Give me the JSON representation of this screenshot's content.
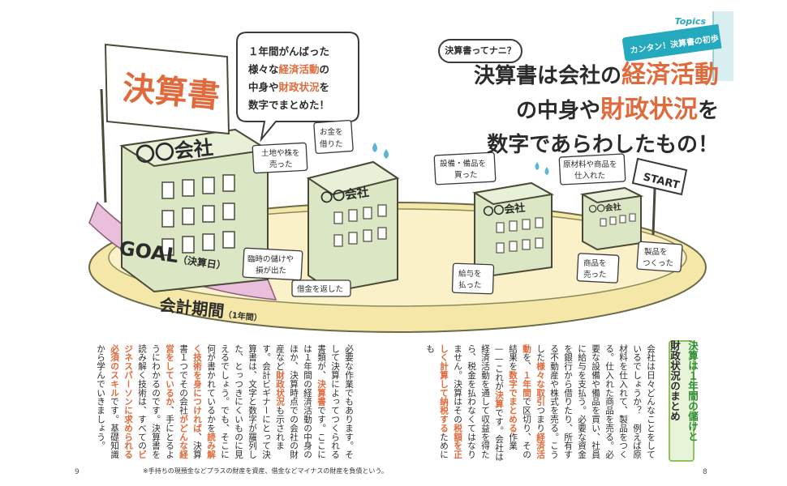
{
  "topics": {
    "word": "Topics",
    "label": "カンタン！決算書の初歩"
  },
  "headline": {
    "bubble": "決算書ってナニ？",
    "line1_pre": "決算書は会社の",
    "line1_hl": "経済活動",
    "line2_pre": "の中身や",
    "line2_hl": "財政状況",
    "line2_post": "を",
    "line3": "数字であらわしたもの！"
  },
  "illustration": {
    "sign_title": "決算書",
    "speech_line1": "１年間がんばった",
    "speech_line2_pre": "様々な",
    "speech_line2_hl": "経済活動",
    "speech_line2_post": "の",
    "speech_line3_pre": "中身や",
    "speech_line3_hl": "財政状況",
    "speech_line3_post": "を",
    "speech_line4": "数字でまとめた！",
    "company_big": "〇〇会社",
    "company_mid": "〇〇会社",
    "company_small": "〇〇会社",
    "company_tiny": "〇〇会社",
    "goal": "GOAL",
    "goal_sub": "（決算日）",
    "period": "会計期間",
    "period_sub": "（1年間）",
    "start": "START",
    "tags": {
      "land": [
        "土地や株を",
        "売った"
      ],
      "borrow": [
        "お金を",
        "借りた"
      ],
      "equip": [
        "設備・備品を",
        "買った"
      ],
      "materials": [
        "原材料や商品を",
        "仕入れた"
      ],
      "gain": [
        "臨時の儲けや",
        "損が出た"
      ],
      "repay": "借金を返した",
      "salary": [
        "給与を",
        "払った"
      ],
      "sold": [
        "商品を",
        "売った"
      ],
      "make": [
        "製品を",
        "つくった"
      ]
    }
  },
  "side_heading": {
    "line1_hl": "決算は１年間の儲けと",
    "line2": "財政状況のまとめ"
  },
  "text_right": [
    {
      "t": "会社は日々どんなことをしているでしょうか？　例えば原材料を仕入れて、製品をつくる。仕入れた商品を売る。必要な設備や備品を買い、社員に給与を支払う。必要な資金を銀行から借りたり、所有する不動産や株式を売る。こうした"
    },
    {
      "t": "様々な取引",
      "hl": true
    },
    {
      "t": "つまり"
    },
    {
      "t": "経済活動",
      "hl": true
    },
    {
      "t": "を、"
    },
    {
      "t": "１年間",
      "hl": true
    },
    {
      "t": "で区切り、その結果を"
    },
    {
      "t": "数字でまとめる",
      "hl": true
    },
    {
      "t": "作業——これが"
    },
    {
      "t": "決算",
      "hl": true
    },
    {
      "t": "です。会社は経済活動を通して収益を得たら、税金を払わなくてはなりません。決算はその"
    },
    {
      "t": "税額を正しく計算して納税する",
      "hl": true
    },
    {
      "t": "ためにも"
    }
  ],
  "text_left": [
    {
      "t": "必要な作業でもあります。そして決算によってつくられる書類が、"
    },
    {
      "t": "決算書",
      "hl": true
    },
    {
      "t": "です。ここには１年間の経済活動の中身のほか、決算時点での会社の財産など"
    },
    {
      "t": "財政状況",
      "hl": true
    },
    {
      "t": "も示されます。会計ビギナーにとって決算書は、文字と数字が羅列した、とっつきにくいものに見えるでしょう。でも、そこに何が書かれているかを"
    },
    {
      "t": "読み解く技術を身につければ",
      "hl": true
    },
    {
      "t": "、決算書１つでその会社"
    },
    {
      "t": "がどんな経営をしているか",
      "hl": true
    },
    {
      "t": "、手にとるようにわかるのです。決算書を読み解く技術は、すべての"
    },
    {
      "t": "ビジネスパーソンに求められる必須のスキル",
      "hl": true
    },
    {
      "t": "です。基礎知識から学んでいきましょう。"
    }
  ],
  "footnote": "※手持ちの現預金などプラスの財産を資産、借金などマイナスの財産を負債という。",
  "page_left": "9",
  "page_right": "8",
  "colors": {
    "accent": "#e06a3b",
    "teal": "#25a9bd",
    "ribbon": "#e9bfdc",
    "platform": "#f4e7a8",
    "building": "#dbe7c4"
  }
}
